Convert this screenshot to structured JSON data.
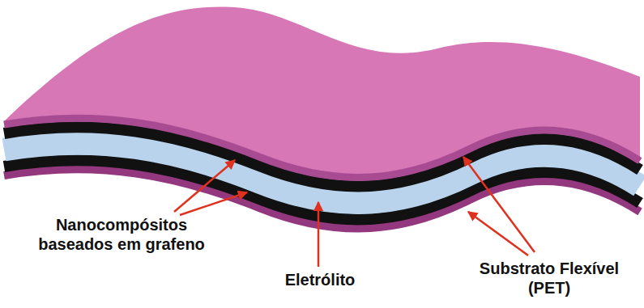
{
  "diagram": {
    "labels": [
      "Nanocompósitos baseados em grafeno",
      "Eletrólito",
      "Substrato Flexível (PET)"
    ]
  }
}
